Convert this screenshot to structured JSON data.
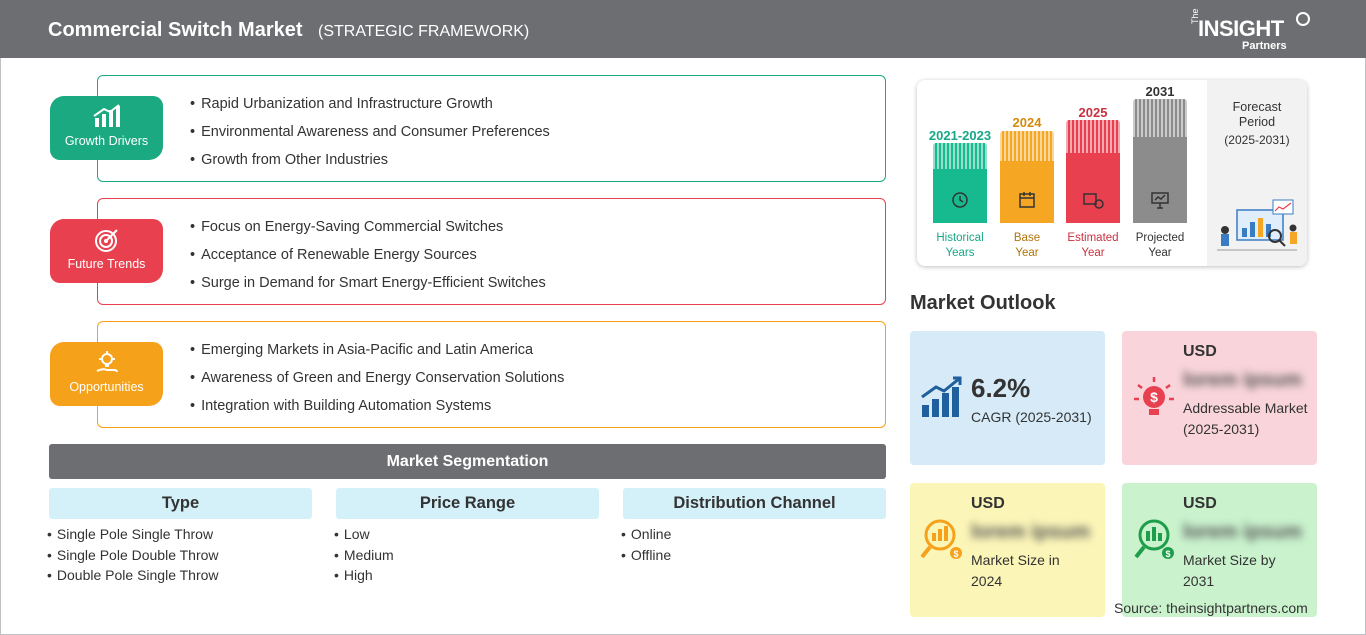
{
  "header": {
    "title": "Commercial Switch Market",
    "subtitle": "(STRATEGIC FRAMEWORK)",
    "logo": {
      "the": "The",
      "insight": "INSIGHT",
      "partners": "Partners"
    }
  },
  "framework": {
    "growth_drivers": {
      "label": "Growth Drivers",
      "color": "#1aa981",
      "items": [
        "Rapid Urbanization and Infrastructure Growth",
        "Environmental Awareness and Consumer Preferences",
        "Growth from Other Industries"
      ]
    },
    "future_trends": {
      "label": "Future Trends",
      "color": "#e8404f",
      "items": [
        "Focus on Energy-Saving Commercial Switches",
        "Acceptance of Renewable Energy Sources",
        "Surge in Demand for Smart Energy-Efficient Switches"
      ]
    },
    "opportunities": {
      "label": "Opportunities",
      "color": "#f5a11a",
      "items": [
        "Emerging Markets in Asia-Pacific and Latin America",
        "Awareness of Green and Energy Conservation Solutions",
        "Integration with Building Automation Systems"
      ]
    }
  },
  "segmentation": {
    "title": "Market Segmentation",
    "columns": [
      {
        "head": "Type",
        "items": [
          "Single Pole Single Throw",
          "Single Pole Double Throw",
          "Double Pole Single Throw"
        ]
      },
      {
        "head": "Price Range",
        "items": [
          "Low",
          "Medium",
          "High"
        ]
      },
      {
        "head": "Distribution Channel",
        "items": [
          "Online",
          "Offline"
        ]
      }
    ]
  },
  "timeline": {
    "periods": [
      {
        "year": "2021-2023",
        "label_1": "Historical",
        "label_2": "Years",
        "color": "#17b98f",
        "icon": "history-icon"
      },
      {
        "year": "2024",
        "label_1": "Base",
        "label_2": "Year",
        "color": "#f5a623",
        "icon": "calendar-icon"
      },
      {
        "year": "2025",
        "label_1": "Estimated",
        "label_2": "Year",
        "color": "#e8404f",
        "icon": "estimate-icon"
      },
      {
        "year": "2031",
        "label_1": "Projected",
        "label_2": "Year",
        "color": "#8c8c8c",
        "icon": "presentation-icon"
      }
    ],
    "forecast": {
      "label_1": "Forecast",
      "label_2": "Period",
      "range": "(2025-2031)"
    }
  },
  "outlook": {
    "title": "Market Outlook",
    "cagr": {
      "value": "6.2%",
      "label": "CAGR (2025-2031)",
      "color": "#d6ebf7"
    },
    "addressable": {
      "currency": "USD",
      "value": "lorem ipsum",
      "label": "Addressable Market (2025-2031)",
      "color": "#f9d5db"
    },
    "size_2024": {
      "currency": "USD",
      "value": "lorem ipsum",
      "label": "Market Size in 2024",
      "color": "#fbf5b8"
    },
    "size_2031": {
      "currency": "USD",
      "value": "lorem ipsum",
      "label": "Market Size by 2031",
      "color": "#c9f2cd"
    }
  },
  "source": "Source: theinsightpartners.com"
}
